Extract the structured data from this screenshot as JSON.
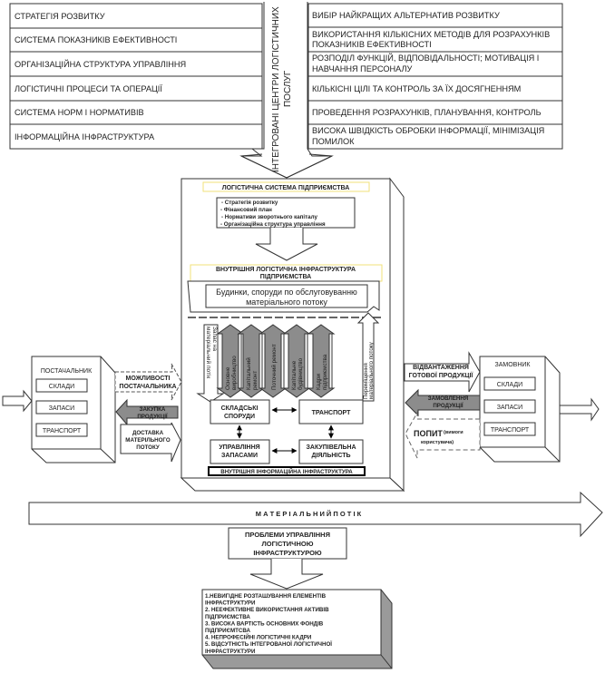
{
  "left_table": [
    "СТРАТЕГІЯ РОЗВИТКУ",
    "СИСТЕМА ПОКАЗНИКІВ ЕФЕКТИВНОСТІ",
    "ОРГАНІЗАЦІЙНА СТРУКТУРА УПРАВЛІННЯ",
    "ЛОГІСТИЧНІ ПРОЦЕСИ ТА  ОПЕРАЦІЇ",
    "СИСТЕМА НОРМ І НОРМАТИВІВ",
    "ІНФОРМАЦІЙНА ІНФРАСТРУКТУРА"
  ],
  "right_table": [
    [
      "ВИБІР НАЙКРАЩИХ АЛЬТЕРНАТИВ  РОЗВИТКУ"
    ],
    [
      "ВИКОРИСТАННЯ КІЛЬКІСНИХ МЕТОДІВ ДЛЯ РОЗРАХУНКІВ",
      "ПОКАЗНИКІВ ЕФЕКТИВНОСТІ"
    ],
    [
      "РОЗПОДІЛ ФУНКЦІЙ, ВІДПОВІДАЛЬНОСТІ; МОТИВАЦІЯ І",
      "НАВЧАННЯ ПЕРСОНАЛУ"
    ],
    [
      "КІЛЬКІСНІ ЦІЛІ ТА КОНТРОЛЬ ЗА ЇХ ДОСЯГНЕННЯМ"
    ],
    [
      "ПРОВЕДЕННЯ РОЗРАХУНКІВ, ПЛАНУВАННЯ, КОНТРОЛЬ"
    ],
    [
      "ВИСОКА ШВІДКІСТЬ ОБРОБКИ ІНФОРМАЦІЇ, МІНІМІЗАЦІЯ",
      "ПОМИЛОК"
    ]
  ],
  "center_arrow": [
    "ІНТЕГРОВАНІ ЦЕНТРИ ЛОГІСТИЧНИХ",
    "ПОСЛУГ"
  ],
  "logistics_system": {
    "title": "ЛОГІСТИЧНА СИСТЕМА ПІДПРИЄМСТВА",
    "items": [
      "- Стратегія розвитку",
      "-  Фінансовий план",
      " - Нормативи  зворотнього капіталу",
      "- Організаційна структура управління"
    ],
    "infra_title": [
      "ВНУТРІШНЯ ЛОГІСТИЧНА ІНФРАСТРУКТУРА",
      "ПІДПРИЄМСТВА"
    ],
    "buildings": [
      "Будинки, споруди по обслуговуванню",
      "матеріального потоку"
    ],
    "request_arrow": [
      "Запас на",
      "матеріальний потік"
    ],
    "vertical_arrows": [
      [
        "Основне",
        "виробництво"
      ],
      [
        "Капітальний",
        "ремонт"
      ],
      [
        "Поточний ремонт"
      ],
      [
        "Капітальне",
        "будівництво"
      ],
      [
        "Кадри",
        "підприємства"
      ]
    ],
    "move_arrow": [
      "Переміщення",
      "матеріального потоку"
    ],
    "blocks": {
      "warehouses": [
        "СКЛАДСЬКІ",
        "СПОРУДИ"
      ],
      "transport": "ТРАНСПОРТ",
      "inventory": [
        "УПРАВЛІННЯ",
        "ЗАПАСАМИ"
      ],
      "procurement": [
        "ЗАКУПІВЕЛЬНА",
        "ДІЯЛЬНІСТЬ"
      ]
    },
    "info_infra": "ВНУТРІШНЯ ІНФОРМАЦІЙНА ІНФРАСТРУКТУРА"
  },
  "supplier": {
    "title": "ПОСТАЧАЛЬНИК",
    "items": [
      "СКЛАДИ",
      "ЗАПАСИ",
      "ТРАНСПОРТ"
    ],
    "arrow_capabilities": [
      "МОЖЛИВОСТІ",
      "ПОСТАЧАЛЬНИКА"
    ],
    "arrow_purchase": [
      "ЗАКУПКА",
      "ПРОДУКЦІЇ"
    ],
    "arrow_delivery": [
      "ДОСТАВКА",
      "МАТЕРІЛЬНОГО",
      "ПОТОКУ"
    ]
  },
  "customer": {
    "title": "ЗАМОВНИК",
    "items": [
      "СКЛАДИ",
      "ЗАПАСИ",
      "ТРАНСПОРТ"
    ],
    "arrow_shipment": [
      "ВІДВАНТАЖЕННЯ",
      "ГОТОВОЇ ПРОДУКЦІЇ"
    ],
    "arrow_order": [
      "ЗАМОВЛЕННЯ",
      "ПРОДУКЦІЇ"
    ],
    "arrow_demand": "ПОПИТ",
    "arrow_demand_note": [
      "(вимоги",
      "користувача)"
    ]
  },
  "material_flow": "М А Т Е Р І А Л Ь Н И Й       П О Т І К",
  "problems": {
    "title": [
      "ПРОБЛЕМИ УПРАВЛІННЯ",
      "ЛОГІСТИЧНОЮ",
      "ІНФРАСТРУКТУРОЮ"
    ],
    "items": [
      "1.НЕВИГІДНЕ РОЗТАШУВАННЯ ЕЛЕМЕНТІВ",
      "ІНФРАСТРУКТУРИ",
      "2. НЕЕФЕКТИВНЕ ВИКОРИСТАННЯ АКТИВІВ",
      "ПІДПРИЄМСТВА",
      " 3. ВИСОКА ВАРТІСТЬ ОСНОВНИХ ФОНДІВ",
      "ПІДПРИЄМТСВА",
      "4. НЕПРОФЕСІЙНІ ЛОГІСТИЧНІ КАДРИ",
      "5. ВІДСУТНІСТЬ ІНТЕГРОВАНОЇ ЛОГІСТИЧНОЇ",
      "ІНФРАСТРУКТУРИ"
    ]
  },
  "colors": {
    "line": "#333333",
    "gray_arrow": "#8c8c8c",
    "shadow": "#9a9a9a",
    "yellow_border": "#f2e27a"
  }
}
